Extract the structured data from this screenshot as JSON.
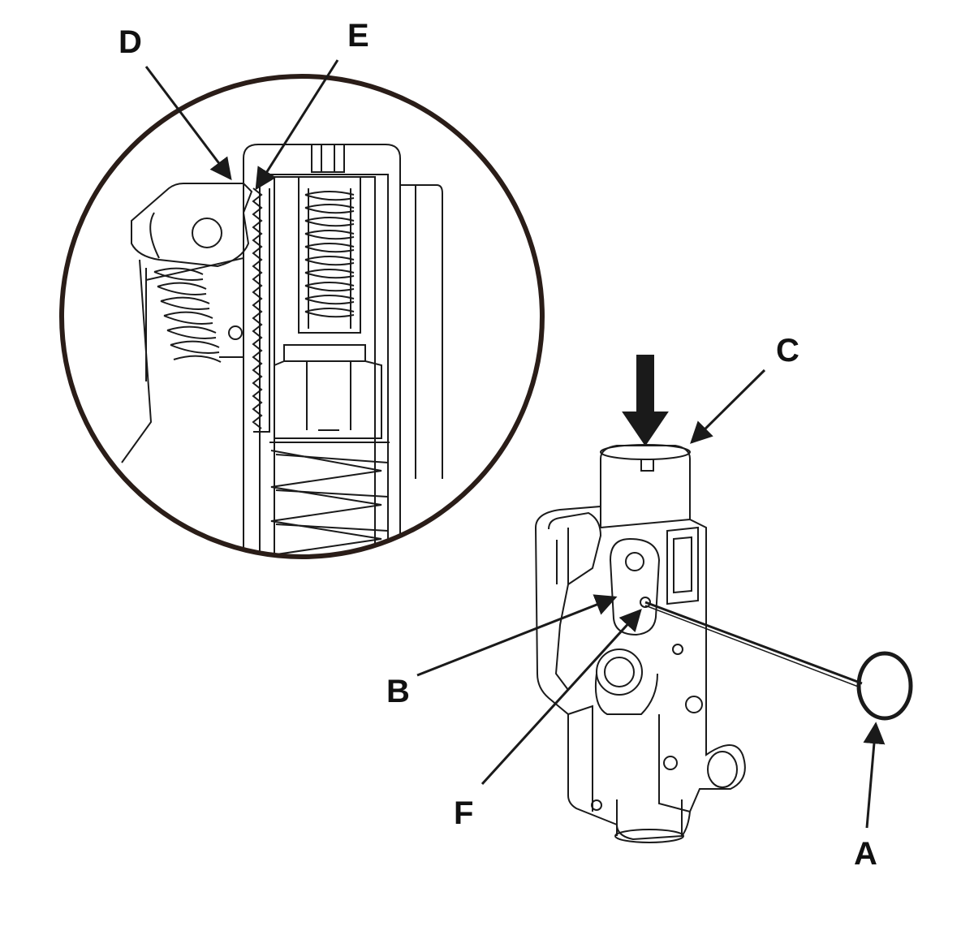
{
  "callouts": {
    "a": "A",
    "b": "B",
    "c": "C",
    "d": "D",
    "e": "E",
    "f": "F"
  },
  "colors": {
    "line": "#1a1a1a",
    "circle": "#2a1d18",
    "background": "#ffffff"
  },
  "icons": {
    "press_direction": "down-arrow-icon"
  }
}
